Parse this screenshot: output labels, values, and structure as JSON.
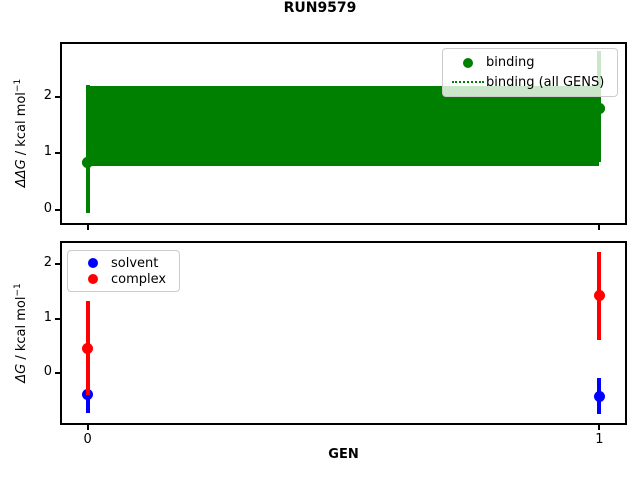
{
  "title": "RUN9579",
  "colors": {
    "binding": "#008000",
    "solvent": "#0000ff",
    "complex": "#ff0000",
    "frame": "#000000",
    "legend_border": "#cccccc"
  },
  "chart_data": [
    {
      "type": "scatter",
      "subplot": "binding-free-energy",
      "title": "RUN9579",
      "ylabel": "ΔΔG / kcal mol⁻¹",
      "ylabel_delta": "ΔΔG",
      "ylabel_units": " / kcal mol",
      "ylabel_sup": "−1",
      "xlabel": "",
      "x": [
        0,
        1
      ],
      "xlim": [
        -0.05,
        1.05
      ],
      "ylim": [
        -0.23,
        2.93
      ],
      "yticks": [
        0,
        1,
        2
      ],
      "xticks": [
        0,
        1
      ],
      "grid": false,
      "legend_position": "upper right",
      "series": [
        {
          "name": "binding",
          "style": "errorbar-points",
          "marker": "circle",
          "color": "#008000",
          "values": [
            0.83,
            1.8
          ],
          "error_low": [
            -0.06,
            0.85
          ],
          "error_high": [
            2.21,
            2.8
          ]
        },
        {
          "name": "binding (all GENS)",
          "style": "hline-with-band",
          "line_style": "dotted",
          "color": "#008000",
          "band_low": 0.78,
          "band_high": 2.19
        }
      ]
    },
    {
      "type": "scatter",
      "subplot": "component-free-energies",
      "ylabel": "ΔG / kcal mol⁻¹",
      "ylabel_delta": "ΔG",
      "ylabel_units": " / kcal mol",
      "ylabel_sup": "−1",
      "xlabel": "GEN",
      "x": [
        0,
        1
      ],
      "xlim": [
        -0.05,
        1.05
      ],
      "ylim": [
        -0.91,
        2.39
      ],
      "yticks": [
        0,
        1,
        2
      ],
      "xticks": [
        0,
        1
      ],
      "xtick_labels": [
        "0",
        "1"
      ],
      "grid": false,
      "legend_position": "upper left",
      "series": [
        {
          "name": "solvent",
          "style": "errorbar-points",
          "marker": "circle",
          "color": "#0000ff",
          "values": [
            -0.38,
            -0.42
          ],
          "error_low": [
            -0.73,
            -0.75
          ],
          "error_high": [
            -0.03,
            -0.09
          ]
        },
        {
          "name": "complex",
          "style": "errorbar-points",
          "marker": "circle",
          "color": "#ff0000",
          "values": [
            0.46,
            1.42
          ],
          "error_low": [
            -0.4,
            0.61
          ],
          "error_high": [
            1.32,
            2.23
          ]
        }
      ]
    }
  ]
}
